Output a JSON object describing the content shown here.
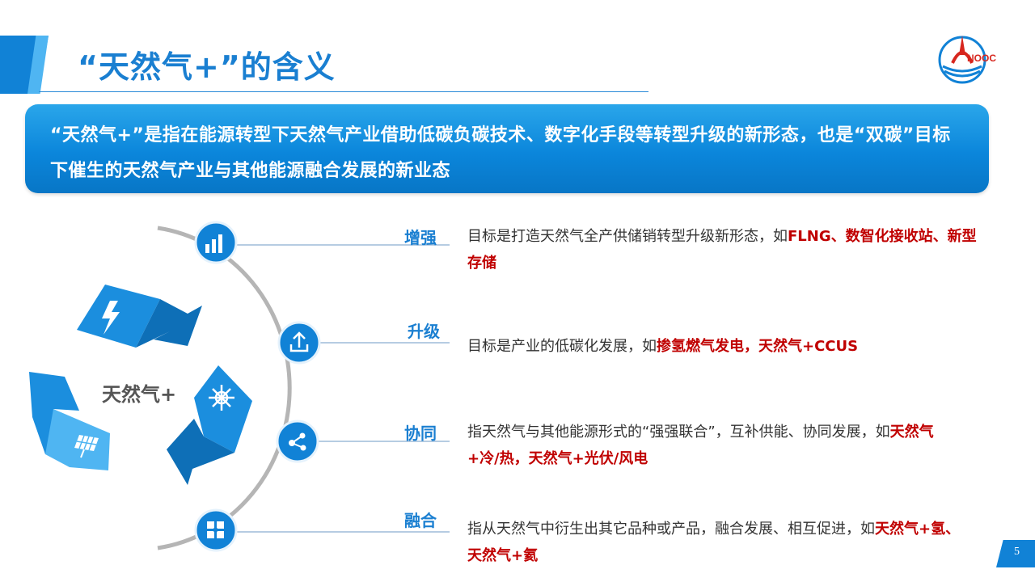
{
  "header": {
    "title": "“天然气+”的含义"
  },
  "banner": {
    "text": "“天然气+”是指在能源转型下天然气产业借助低碳负碳技术、数字化手段等转型升级的新形态，也是“双碳”目标下催生的天然气产业与其他能源融合发展的新业态"
  },
  "diagram": {
    "center_label": "天然气+",
    "icons": [
      "bar-chart-icon",
      "upload-icon",
      "share-icon",
      "puzzle-icon",
      "lightning-icon",
      "snowflake-icon",
      "solar-panel-icon"
    ]
  },
  "rows": [
    {
      "label": "增强",
      "desc_plain": "目标是打造天然气全产供储销转型升级新形态，如",
      "desc_highlight": "FLNG、数智化接收站、新型存储"
    },
    {
      "label": "升级",
      "desc_plain": "目标是产业的低碳化发展，如",
      "desc_highlight": "掺氢燃气发电，天然气+CCUS"
    },
    {
      "label": "协同",
      "desc_plain": "指天然气与其他能源形式的“强强联合”，互补供能、协同发展，如",
      "desc_highlight": "天然气+冷/热，天然气+光伏/风电"
    },
    {
      "label": "融合",
      "desc_plain": "指从天然气中衍生出其它品种或产品，融合发展、相互促进，如",
      "desc_highlight": "天然气+氢、天然气+氦"
    }
  ],
  "colors": {
    "primary": "#1182d6",
    "highlight": "#c00000",
    "logo_red": "#d7261e"
  },
  "footer": {
    "page_number": "5"
  }
}
